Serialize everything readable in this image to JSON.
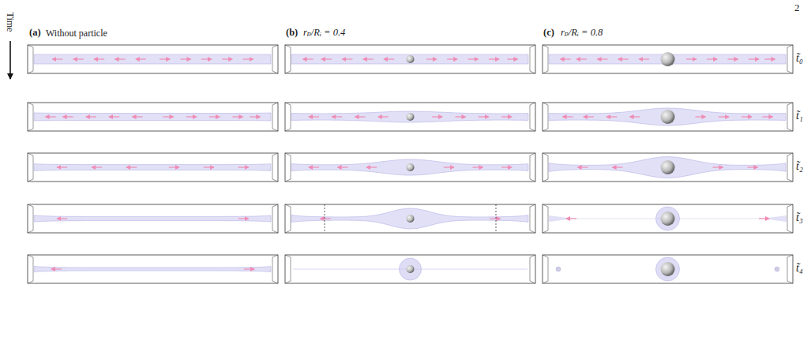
{
  "diagram": {
    "labels": [
      "2",
      "(a)",
      "Without particle",
      "(b)",
      "rₚ/Rᵢ = 0.4",
      "(c)",
      "rₚ/Rᵢ = 0.8",
      "Time",
      "t̃₀",
      "t̃₁",
      "t̃₂",
      "t̃₃",
      "t̃₄"
    ]
  }
}
